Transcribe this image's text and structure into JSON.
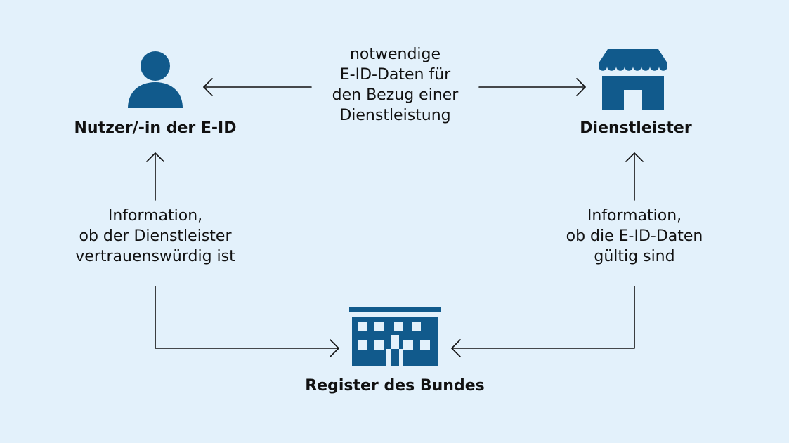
{
  "colors": {
    "background": "#e3f1fb",
    "icon": "#115a8c",
    "line": "#111111"
  },
  "nodes": {
    "user": {
      "label": "Nutzer/-in der E-ID",
      "icon": "person-icon"
    },
    "provider": {
      "label": "Dienstleister",
      "icon": "shop-icon"
    },
    "registry": {
      "label": "Register des Bundes",
      "icon": "government-building-icon"
    }
  },
  "flows": {
    "top": {
      "lines": [
        "notwendige",
        "E-ID-Daten für",
        "den Bezug einer",
        "Dienstleistung"
      ]
    },
    "left": {
      "lines": [
        "Information,",
        "ob der Dienstleister",
        "vertrauenswürdig ist"
      ]
    },
    "right": {
      "lines": [
        "Information,",
        "ob die E-ID-Daten",
        "gültig sind"
      ]
    }
  }
}
